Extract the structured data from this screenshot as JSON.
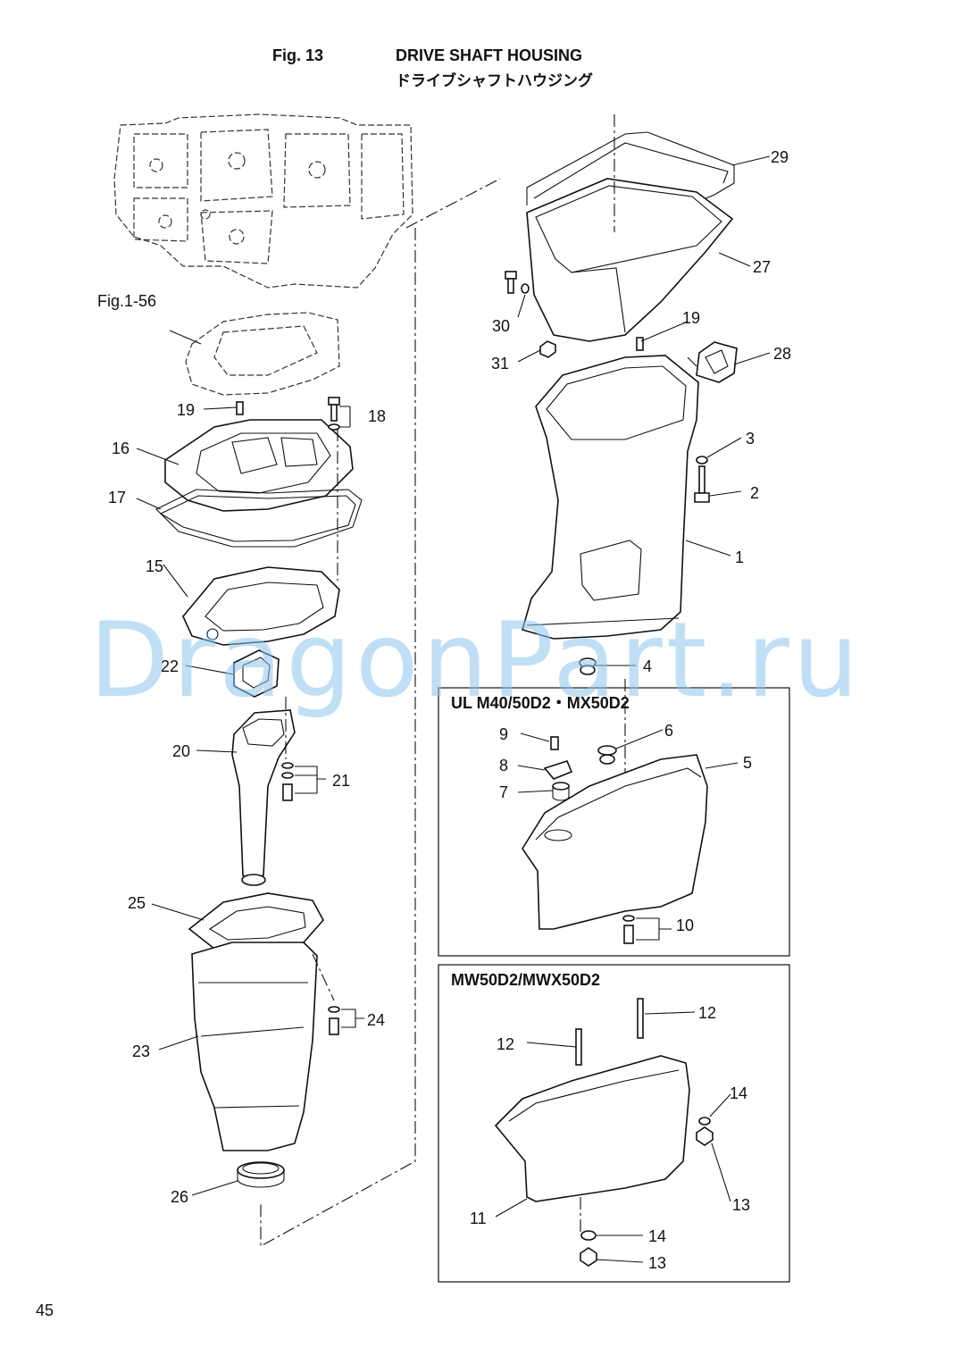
{
  "header": {
    "fig_number": "Fig. 13",
    "title": "DRIVE SHAFT HOUSING",
    "subtitle": "ドライブシャフトハウジング"
  },
  "reference_label": "Fig.1-56",
  "callouts": {
    "c1": "1",
    "c2": "2",
    "c3": "3",
    "c4": "4",
    "c5": "5",
    "c6": "6",
    "c7": "7",
    "c8": "8",
    "c9": "9",
    "c10": "10",
    "c11": "11",
    "c12a": "12",
    "c12b": "12",
    "c13a": "13",
    "c13b": "13",
    "c14a": "14",
    "c14b": "14",
    "c15": "15",
    "c16": "16",
    "c17": "17",
    "c18": "18",
    "c19a": "19",
    "c19b": "19",
    "c20": "20",
    "c21": "21",
    "c22": "22",
    "c23": "23",
    "c24": "24",
    "c25": "25",
    "c26": "26",
    "c27": "27",
    "c28": "28",
    "c29": "29",
    "c30": "30",
    "c31": "31"
  },
  "boxes": {
    "box1_title": "UL M40/50D2・MX50D2",
    "box2_title": "MW50D2/MWX50D2"
  },
  "watermark": "DragonPart.ru",
  "page_number": "45"
}
